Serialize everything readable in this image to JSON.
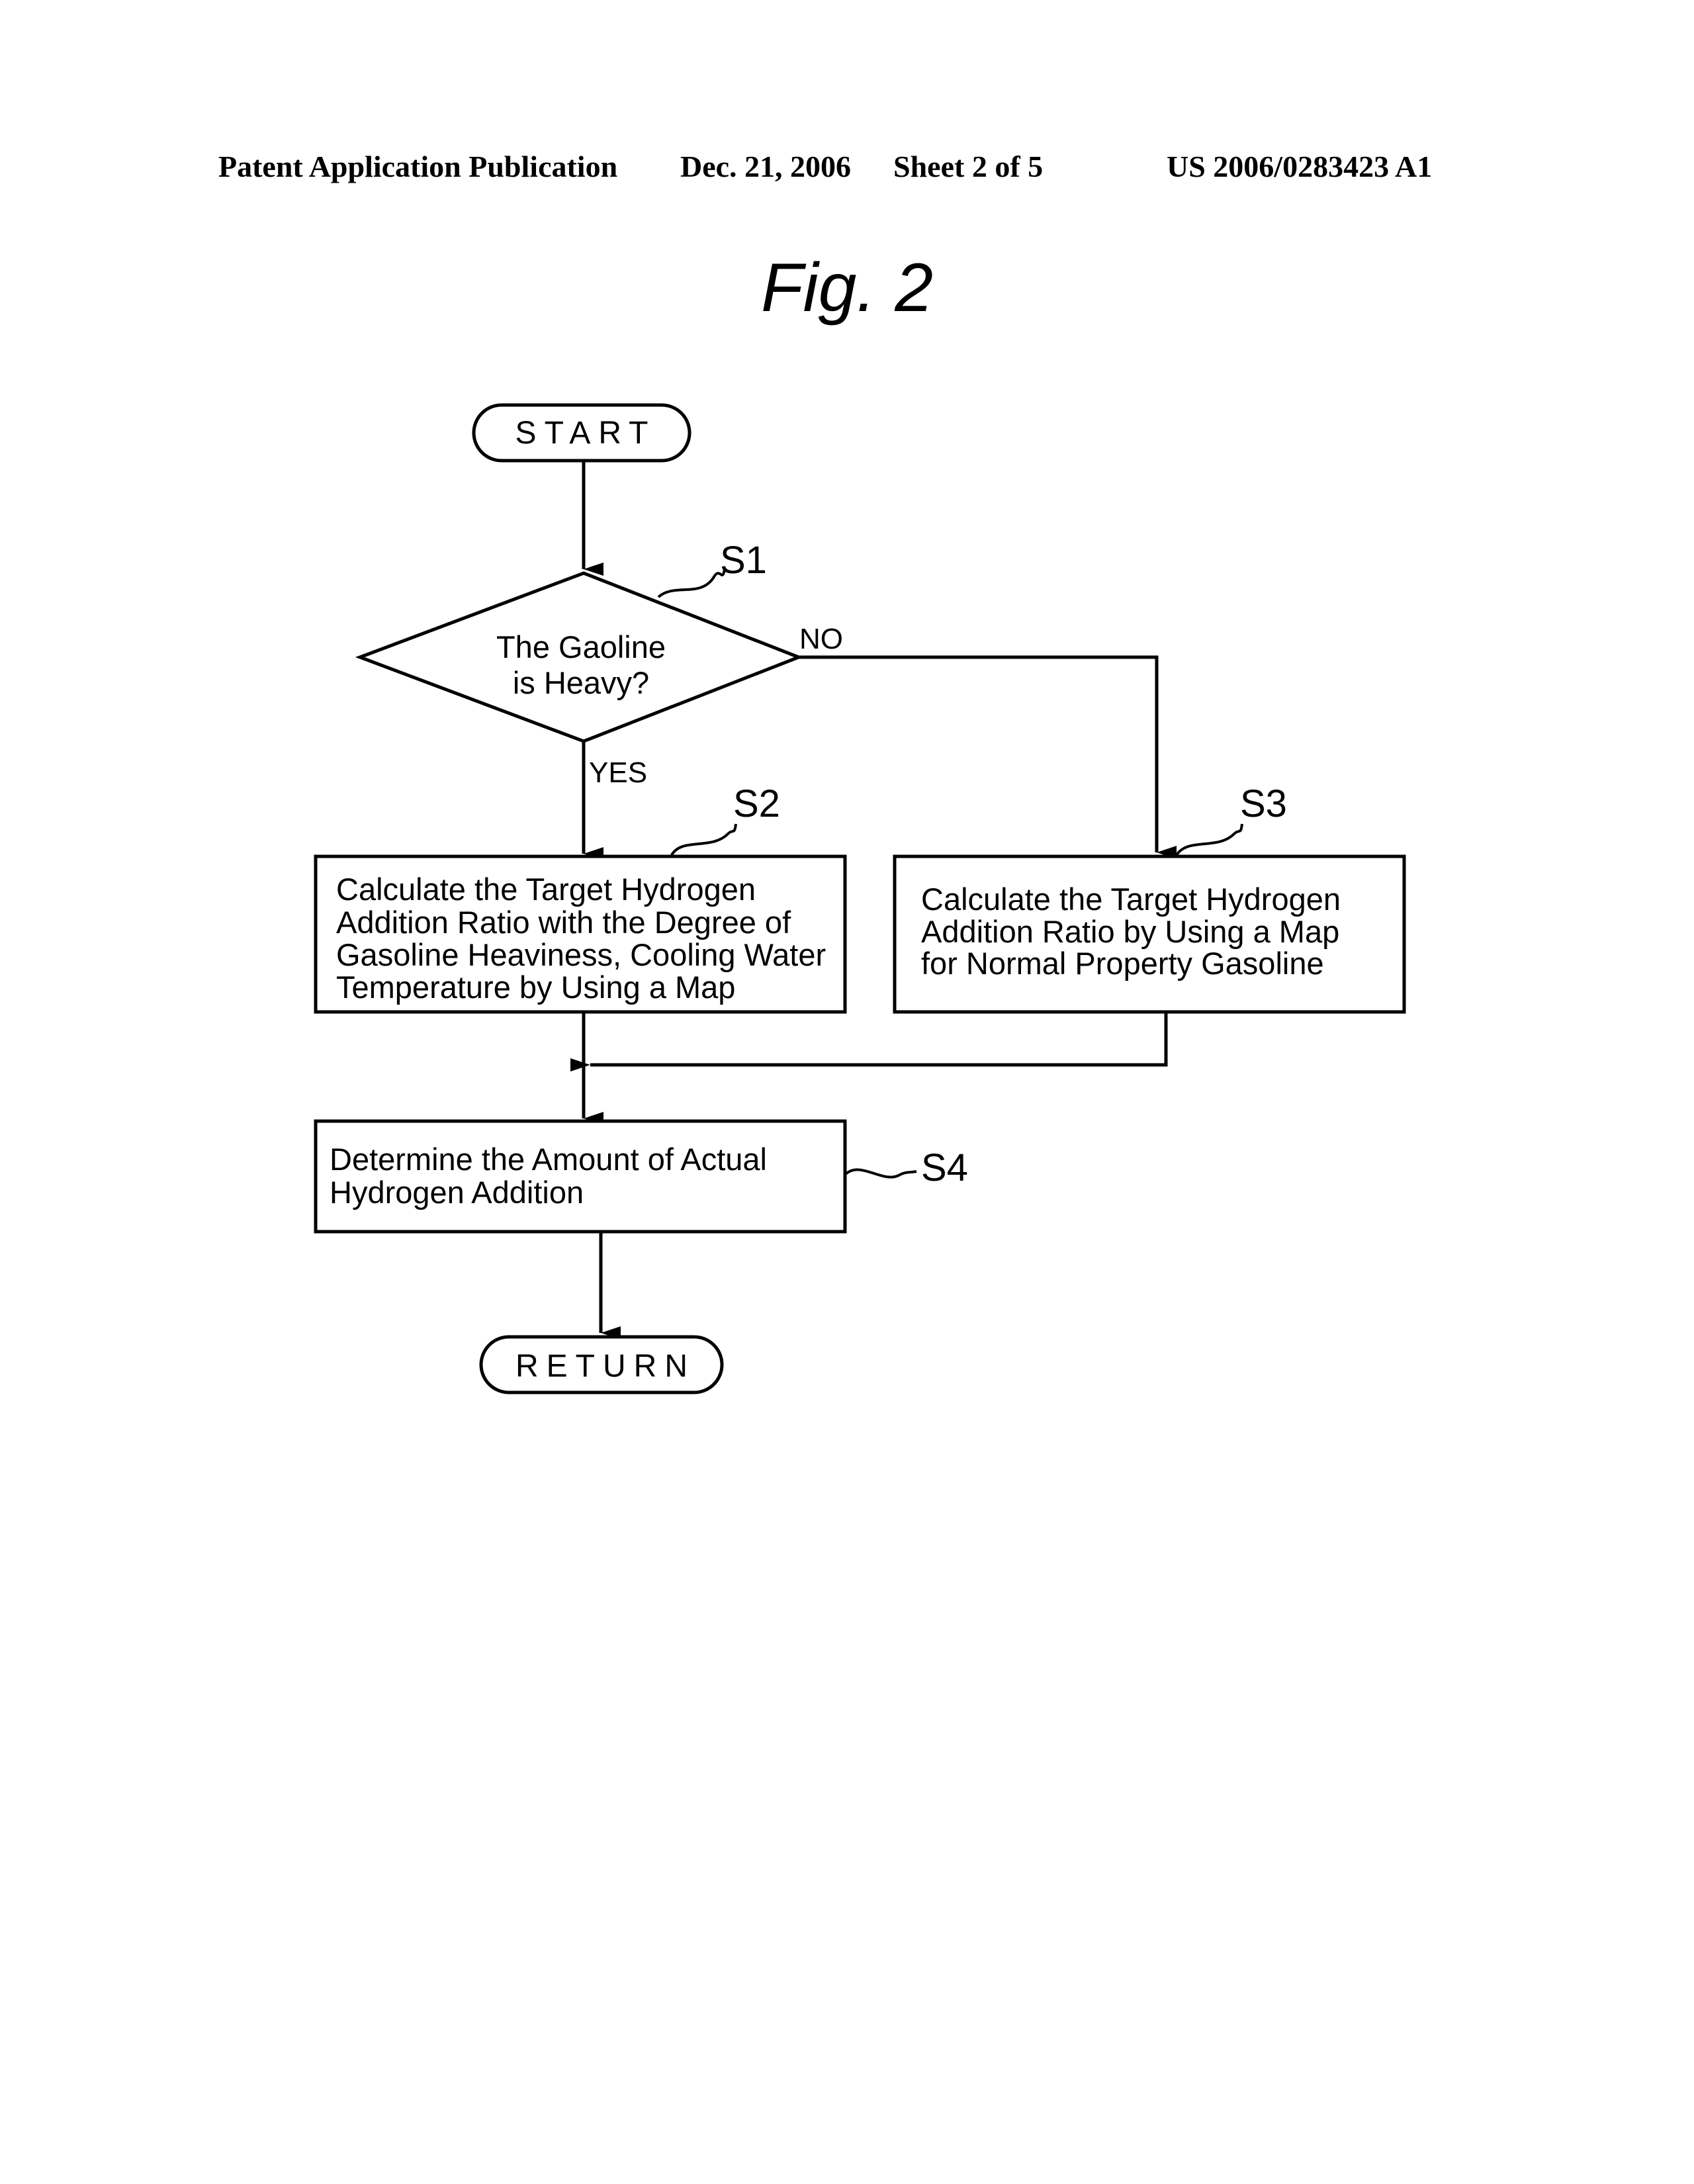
{
  "header": {
    "publication": "Patent Application Publication",
    "date": "Dec. 21, 2006",
    "sheet": "Sheet 2 of 5",
    "number": "US 2006/0283423 A1"
  },
  "figure": {
    "title": "Fig. 2"
  },
  "flowchart": {
    "start": "START",
    "return": "RETURN",
    "s1": {
      "label": "S1",
      "line1": "The Gaoline",
      "line2": "is Heavy?",
      "no": "NO",
      "yes": "YES"
    },
    "s2": {
      "label": "S2",
      "line1": "Calculate the Target Hydrogen",
      "line2": "Addition Ratio with the Degree of",
      "line3": "Gasoline Heaviness, Cooling Water",
      "line4": "Temperature by Using a Map"
    },
    "s3": {
      "label": "S3",
      "line1": "Calculate the Target Hydrogen",
      "line2": "Addition Ratio by Using a Map",
      "line3": "for Normal Property Gasoline"
    },
    "s4": {
      "label": "S4",
      "line1": "Determine the Amount of Actual",
      "line2": "Hydrogen Addition"
    }
  }
}
